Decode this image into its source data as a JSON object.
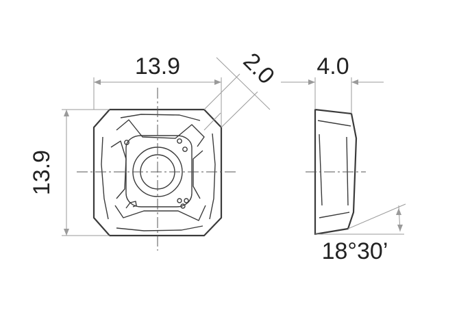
{
  "dimensions": {
    "width": "13.9",
    "height": "13.9",
    "corner_chamfer": "2.0",
    "thickness": "4.0",
    "clearance_angle": "18°30’"
  }
}
